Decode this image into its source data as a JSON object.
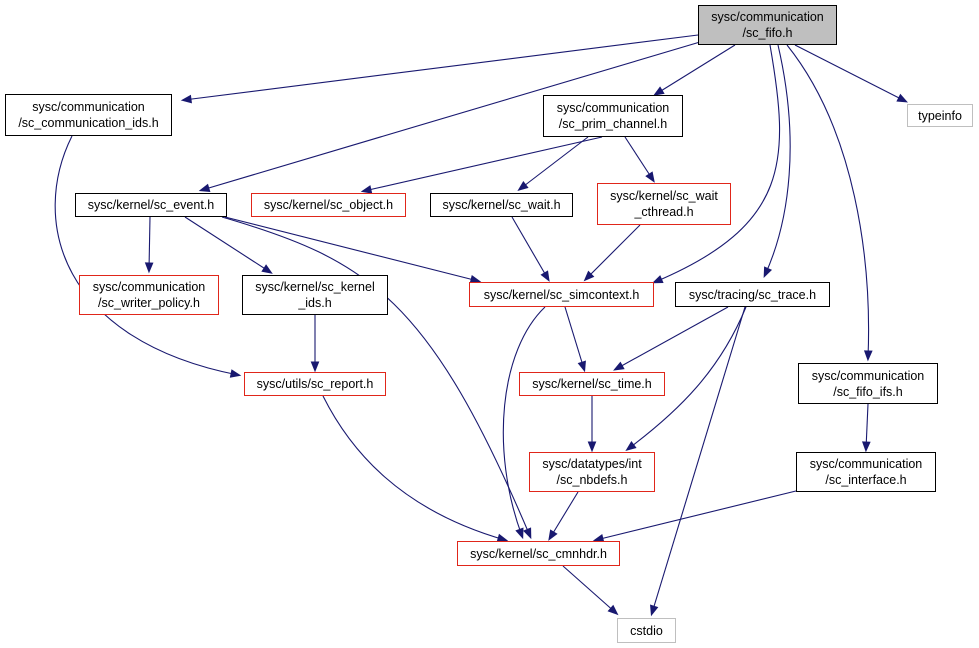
{
  "colors": {
    "edge": "#191970",
    "root_fill": "#bfbfbf",
    "border_black": "#000000",
    "border_red": "#e0261a",
    "border_gray": "#bfbfbf"
  },
  "nodes": {
    "sc_fifo": {
      "line1": "sysc/communication",
      "line2": "/sc_fifo.h"
    },
    "comm_ids": {
      "line1": "sysc/communication",
      "line2": "/sc_communication_ids.h"
    },
    "prim_channel": {
      "line1": "sysc/communication",
      "line2": "/sc_prim_channel.h"
    },
    "typeinfo": {
      "line1": "typeinfo"
    },
    "sc_event": {
      "line1": "sysc/kernel/sc_event.h"
    },
    "sc_object": {
      "line1": "sysc/kernel/sc_object.h"
    },
    "sc_wait": {
      "line1": "sysc/kernel/sc_wait.h"
    },
    "wait_cthread": {
      "line1": "sysc/kernel/sc_wait",
      "line2": "_cthread.h"
    },
    "writer_policy": {
      "line1": "sysc/communication",
      "line2": "/sc_writer_policy.h"
    },
    "kernel_ids": {
      "line1": "sysc/kernel/sc_kernel",
      "line2": "_ids.h"
    },
    "simcontext": {
      "line1": "sysc/kernel/sc_simcontext.h"
    },
    "sc_trace": {
      "line1": "sysc/tracing/sc_trace.h"
    },
    "fifo_ifs": {
      "line1": "sysc/communication",
      "line2": "/sc_fifo_ifs.h"
    },
    "sc_report": {
      "line1": "sysc/utils/sc_report.h"
    },
    "sc_time": {
      "line1": "sysc/kernel/sc_time.h"
    },
    "nbdefs": {
      "line1": "sysc/datatypes/int",
      "line2": "/sc_nbdefs.h"
    },
    "sc_interface": {
      "line1": "sysc/communication",
      "line2": "/sc_interface.h"
    },
    "cmnhdr": {
      "line1": "sysc/kernel/sc_cmnhdr.h"
    },
    "cstdio": {
      "line1": "cstdio"
    }
  }
}
